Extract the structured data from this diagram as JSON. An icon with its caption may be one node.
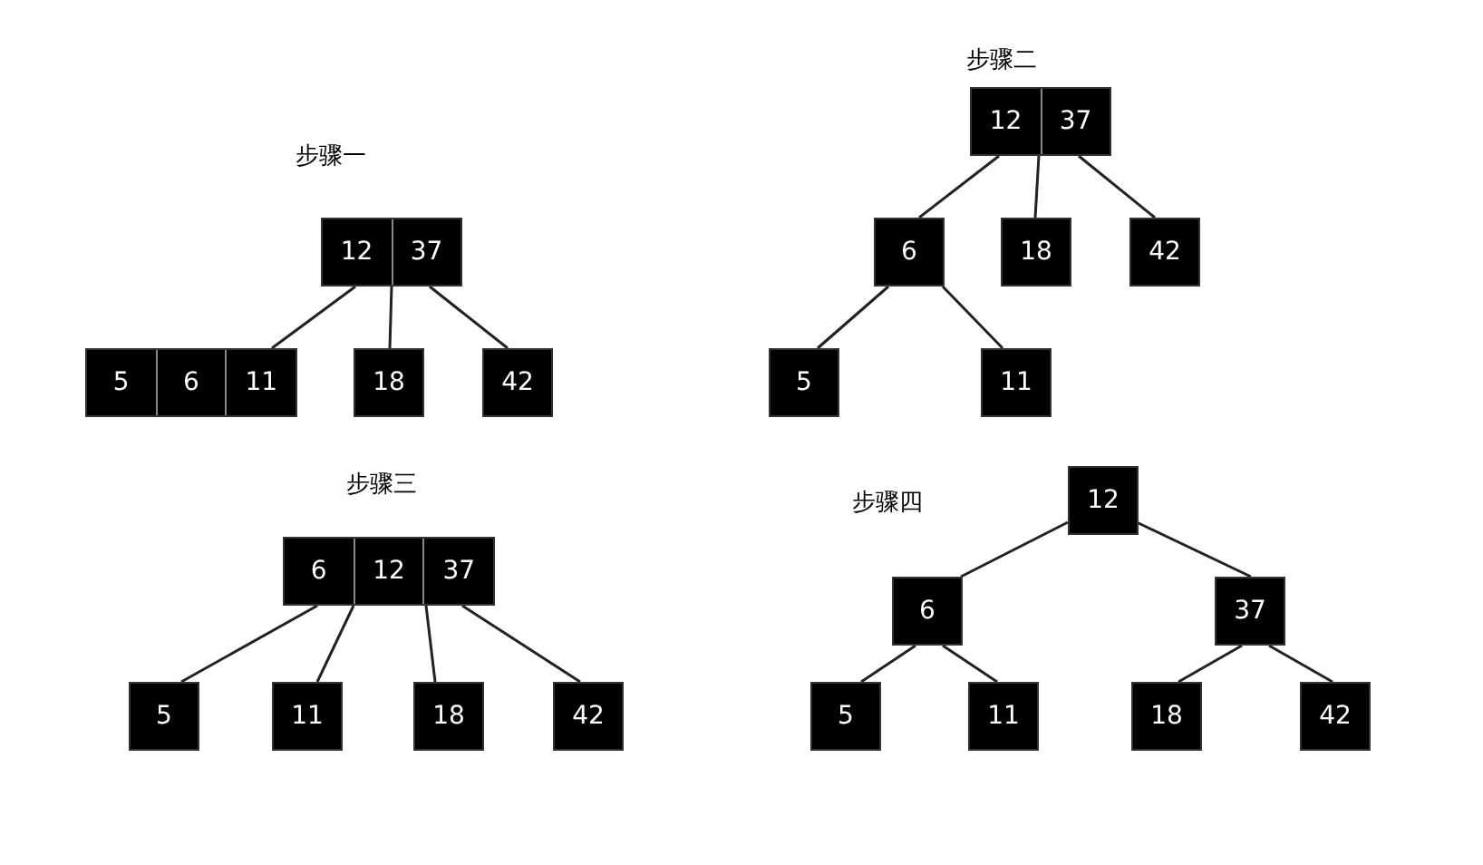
{
  "diagram": {
    "nodes": [
      {
        "text": [
          "12",
          "37"
        ]
      },
      {
        "text": [
          "5",
          "6",
          "11"
        ]
      },
      {
        "text": [
          "18"
        ]
      },
      {
        "text": [
          "42"
        ]
      },
      {
        "text": [
          "12",
          "37"
        ]
      },
      {
        "text": [
          "6"
        ]
      },
      {
        "text": [
          "18"
        ]
      },
      {
        "text": [
          "42"
        ]
      },
      {
        "text": [
          "5"
        ]
      },
      {
        "text": [
          "11"
        ]
      },
      {
        "text": [
          "6",
          "12",
          "37"
        ]
      },
      {
        "text": [
          "5"
        ]
      },
      {
        "text": [
          "11"
        ]
      },
      {
        "text": [
          "18"
        ]
      },
      {
        "text": [
          "42"
        ]
      },
      {
        "text": [
          "12"
        ]
      },
      {
        "text": [
          "6"
        ]
      },
      {
        "text": [
          "37"
        ]
      },
      {
        "text": [
          "5"
        ]
      },
      {
        "text": [
          "11"
        ]
      },
      {
        "text": [
          "18"
        ]
      },
      {
        "text": [
          "42"
        ]
      }
    ],
    "edges": [
      {
        "from": 0,
        "to": 1,
        "arrow": "none"
      },
      {
        "from": 0,
        "to": 2,
        "arrow": "none"
      },
      {
        "from": 0,
        "to": 3,
        "arrow": "none"
      },
      {
        "from": 4,
        "to": 5,
        "arrow": "none"
      },
      {
        "from": 4,
        "to": 6,
        "arrow": "none"
      },
      {
        "from": 4,
        "to": 7,
        "arrow": "none"
      },
      {
        "from": 5,
        "to": 8,
        "arrow": "none"
      },
      {
        "from": 5,
        "to": 9,
        "arrow": "none"
      },
      {
        "from": 10,
        "to": 11,
        "arrow": "none"
      },
      {
        "from": 10,
        "to": 12,
        "arrow": "none"
      },
      {
        "from": 10,
        "to": 13,
        "arrow": "none"
      },
      {
        "from": 10,
        "to": 14,
        "arrow": "none"
      },
      {
        "from": 15,
        "to": 16,
        "arrow": "none"
      },
      {
        "from": 15,
        "to": 17,
        "arrow": "none"
      },
      {
        "from": 16,
        "to": 18,
        "arrow": "none"
      },
      {
        "from": 16,
        "to": 19,
        "arrow": "none"
      },
      {
        "from": 17,
        "to": 20,
        "arrow": "none"
      },
      {
        "from": 17,
        "to": 21,
        "arrow": "none"
      }
    ],
    "labels": [
      "步骤一",
      "步骤二",
      "步骤三",
      "步骤四"
    ]
  }
}
